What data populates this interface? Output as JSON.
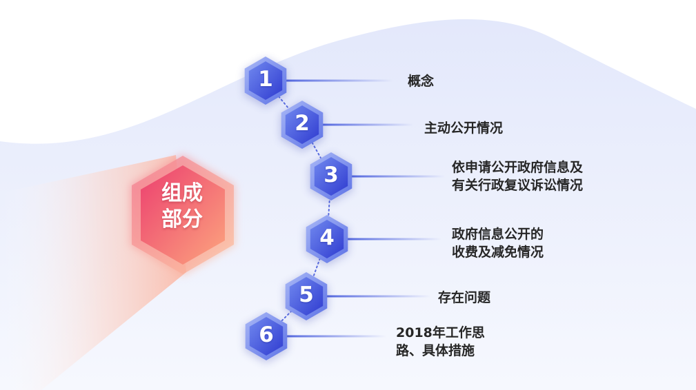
{
  "center": {
    "line1": "组成",
    "line2": "部分"
  },
  "items": [
    {
      "number": "1",
      "lines": [
        "概念"
      ]
    },
    {
      "number": "2",
      "lines": [
        "主动公开情况"
      ]
    },
    {
      "number": "3",
      "lines": [
        "依申请公开政府信息及",
        "有关行政复议诉讼情况"
      ]
    },
    {
      "number": "4",
      "lines": [
        "政府信息公开的",
        "收费及减免情况"
      ]
    },
    {
      "number": "5",
      "lines": [
        "存在问题"
      ]
    },
    {
      "number": "6",
      "lines": [
        "2018年工作思",
        "路、具体措施"
      ]
    }
  ],
  "colors": {
    "hex_blue_dark": "#3947d6",
    "hex_blue_light": "#6f86ee",
    "center_pink": "#ee4d72",
    "center_orange": "#fba27c",
    "connector": "#5a6de0",
    "label_text": "#262626",
    "wave": "#e6ebfb"
  }
}
